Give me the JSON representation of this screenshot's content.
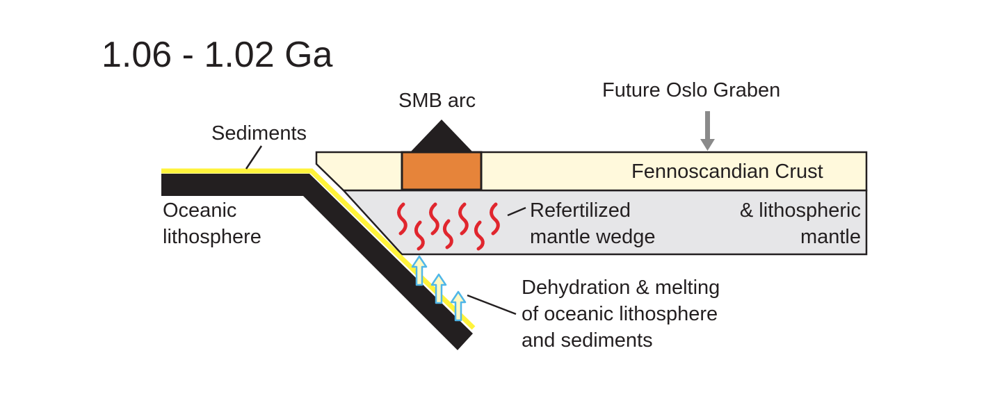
{
  "title": "1.06 - 1.02 Ga",
  "labels": {
    "smb_arc": "SMB arc",
    "future_oslo_graben": "Future Oslo Graben",
    "sediments": "Sediments",
    "fennoscandian_crust": "Fennoscandian Crust",
    "oceanic_line1": "Oceanic",
    "oceanic_line2": "lithosphere",
    "refertilized_line1": "Refertilized",
    "refertilized_line2": "mantle wedge",
    "lithospheric_line1": "& lithospheric",
    "lithospheric_line2": "mantle",
    "dehydration_line1": "Dehydration & melting",
    "dehydration_line2": "of oceanic lithosphere",
    "dehydration_line3": "and sediments"
  },
  "colors": {
    "crust": "#fff9dc",
    "mantle": "#e6e6e8",
    "slab": "#231f20",
    "sediment": "#fff33b",
    "arc_body": "#e6843a",
    "arc_volcano": "#231f20",
    "melt": "#e0262e",
    "fluid_arrow_fill": "#fff9c4",
    "fluid_arrow_stroke": "#4fb6e8",
    "graben_arrow": "#8a8a8a"
  },
  "icons": [
    "volcano-icon",
    "melt-squiggle-icon",
    "fluid-up-arrow-icon",
    "down-arrow-icon"
  ]
}
